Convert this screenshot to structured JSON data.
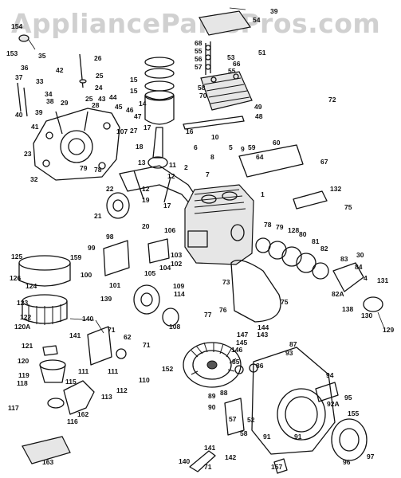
{
  "watermark": "AppliancePartsPros.com",
  "colors": {
    "ink": "#111111",
    "paper": "#ffffff",
    "watermark": "#aaaaaa"
  },
  "callouts": [
    [
      "154",
      14,
      36
    ],
    [
      "153",
      8,
      70
    ],
    [
      "35",
      48,
      73
    ],
    [
      "36",
      26,
      88
    ],
    [
      "37",
      19,
      100
    ],
    [
      "33",
      45,
      105
    ],
    [
      "42",
      70,
      91
    ],
    [
      "34",
      56,
      121
    ],
    [
      "38",
      58,
      130
    ],
    [
      "40",
      19,
      147
    ],
    [
      "39",
      44,
      144
    ],
    [
      "41",
      39,
      162
    ],
    [
      "29",
      76,
      132
    ],
    [
      "25",
      107,
      127
    ],
    [
      "28",
      115,
      135
    ],
    [
      "43",
      123,
      127
    ],
    [
      "44",
      137,
      125
    ],
    [
      "45",
      144,
      137
    ],
    [
      "46",
      158,
      141
    ],
    [
      "47",
      168,
      149
    ],
    [
      "26",
      118,
      76
    ],
    [
      "25",
      120,
      98
    ],
    [
      "24",
      119,
      113
    ],
    [
      "107",
      146,
      168
    ],
    [
      "27",
      163,
      167
    ],
    [
      "23",
      30,
      196
    ],
    [
      "79",
      100,
      214
    ],
    [
      "78",
      118,
      216
    ],
    [
      "32",
      38,
      228
    ],
    [
      "15",
      163,
      103
    ],
    [
      "15",
      163,
      117
    ],
    [
      "14",
      174,
      133
    ],
    [
      "17",
      180,
      163
    ],
    [
      "18",
      170,
      187
    ],
    [
      "16",
      233,
      168
    ],
    [
      "13",
      173,
      207
    ],
    [
      "11",
      212,
      210
    ],
    [
      "12",
      210,
      224
    ],
    [
      "2",
      231,
      213
    ],
    [
      "22",
      133,
      240
    ],
    [
      "19",
      178,
      254
    ],
    [
      "12",
      178,
      240
    ],
    [
      "17",
      205,
      261
    ],
    [
      "20",
      178,
      287
    ],
    [
      "21",
      118,
      274
    ],
    [
      "106",
      206,
      292
    ],
    [
      "7",
      258,
      222
    ],
    [
      "8",
      264,
      200
    ],
    [
      "6",
      243,
      188
    ],
    [
      "10",
      265,
      175
    ],
    [
      "5",
      287,
      188
    ],
    [
      "59",
      311,
      188
    ],
    [
      "64",
      321,
      200
    ],
    [
      "60",
      342,
      182
    ],
    [
      "67",
      402,
      206
    ],
    [
      "9",
      302,
      190
    ],
    [
      "54",
      317,
      28
    ],
    [
      "39",
      339,
      17
    ],
    [
      "68",
      244,
      57
    ],
    [
      "55",
      244,
      67
    ],
    [
      "56",
      244,
      77
    ],
    [
      "57",
      244,
      87
    ],
    [
      "53",
      285,
      75
    ],
    [
      "66",
      292,
      83
    ],
    [
      "55",
      286,
      92
    ],
    [
      "58",
      248,
      113
    ],
    [
      "70",
      250,
      123
    ],
    [
      "51",
      324,
      69
    ],
    [
      "49",
      319,
      137
    ],
    [
      "48",
      320,
      149
    ],
    [
      "72",
      412,
      128
    ],
    [
      "1",
      327,
      247
    ],
    [
      "132",
      414,
      240
    ],
    [
      "75",
      432,
      263
    ],
    [
      "78",
      331,
      285
    ],
    [
      "79",
      346,
      288
    ],
    [
      "128",
      361,
      292
    ],
    [
      "80",
      375,
      297
    ],
    [
      "81",
      391,
      306
    ],
    [
      "82",
      402,
      315
    ],
    [
      "83",
      427,
      328
    ],
    [
      "30",
      447,
      323
    ],
    [
      "84",
      445,
      338
    ],
    [
      "4",
      456,
      352
    ],
    [
      "131",
      473,
      355
    ],
    [
      "82A",
      416,
      372
    ],
    [
      "138",
      429,
      391
    ],
    [
      "130",
      453,
      399
    ],
    [
      "129",
      480,
      417
    ],
    [
      "73",
      279,
      357
    ],
    [
      "75",
      352,
      382
    ],
    [
      "76",
      275,
      392
    ],
    [
      "77",
      256,
      398
    ],
    [
      "98",
      133,
      300
    ],
    [
      "99",
      110,
      314
    ],
    [
      "103",
      214,
      323
    ],
    [
      "102",
      214,
      334
    ],
    [
      "104",
      200,
      339
    ],
    [
      "105",
      181,
      346
    ],
    [
      "100",
      101,
      348
    ],
    [
      "101",
      137,
      361
    ],
    [
      "109",
      217,
      362
    ],
    [
      "114",
      218,
      372
    ],
    [
      "108",
      212,
      413
    ],
    [
      "125",
      14,
      325
    ],
    [
      "159",
      88,
      326
    ],
    [
      "126",
      12,
      352
    ],
    [
      "124",
      32,
      362
    ],
    [
      "123",
      21,
      383
    ],
    [
      "139",
      126,
      378
    ],
    [
      "140",
      103,
      403
    ],
    [
      "122",
      25,
      401
    ],
    [
      "120A",
      18,
      413
    ],
    [
      "141",
      87,
      424
    ],
    [
      "71",
      135,
      417
    ],
    [
      "62",
      155,
      426
    ],
    [
      "71",
      179,
      436
    ],
    [
      "121",
      27,
      437
    ],
    [
      "120",
      22,
      456
    ],
    [
      "119",
      23,
      474
    ],
    [
      "118",
      21,
      484
    ],
    [
      "111",
      98,
      469
    ],
    [
      "111",
      135,
      469
    ],
    [
      "115",
      82,
      482
    ],
    [
      "112",
      146,
      493
    ],
    [
      "113",
      127,
      501
    ],
    [
      "110",
      174,
      480
    ],
    [
      "162",
      97,
      523
    ],
    [
      "117",
      10,
      515
    ],
    [
      "116",
      84,
      532
    ],
    [
      "163",
      53,
      583
    ],
    [
      "144",
      323,
      414
    ],
    [
      "147",
      297,
      423
    ],
    [
      "143",
      322,
      423
    ],
    [
      "145",
      296,
      433
    ],
    [
      "146",
      290,
      442
    ],
    [
      "85",
      291,
      457
    ],
    [
      "86",
      321,
      462
    ],
    [
      "152",
      203,
      466
    ],
    [
      "87",
      363,
      435
    ],
    [
      "93",
      358,
      446
    ],
    [
      "94",
      409,
      474
    ],
    [
      "95",
      432,
      502
    ],
    [
      "92A",
      410,
      510
    ],
    [
      "155",
      436,
      522
    ],
    [
      "89",
      261,
      500
    ],
    [
      "88",
      276,
      496
    ],
    [
      "90",
      261,
      514
    ],
    [
      "57",
      287,
      529
    ],
    [
      "52",
      310,
      530
    ],
    [
      "91",
      330,
      551
    ],
    [
      "58",
      301,
      547
    ],
    [
      "91",
      369,
      551
    ],
    [
      "96",
      430,
      583
    ],
    [
      "97",
      460,
      576
    ],
    [
      "157",
      340,
      589
    ],
    [
      "141",
      256,
      565
    ],
    [
      "142",
      282,
      577
    ],
    [
      "140",
      224,
      582
    ],
    [
      "71",
      256,
      589
    ]
  ]
}
